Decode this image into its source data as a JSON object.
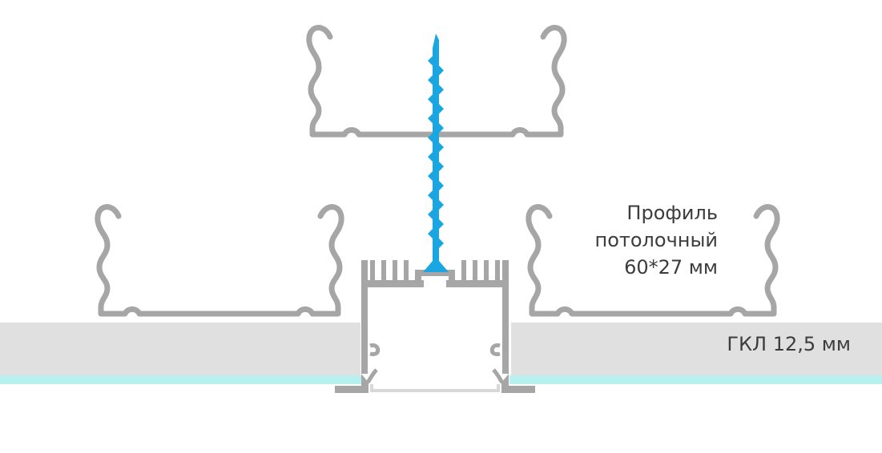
{
  "labels": {
    "profile_line1": "Профиль",
    "profile_line2": "потолочный",
    "profile_line3": "60*27 мм",
    "board": "ГКЛ 12,5 мм"
  },
  "colors": {
    "profile_gray": "#a6a6a6",
    "board_fill": "#e0e0e0",
    "board_edge": "#b8efef",
    "screw_blue": "#1aa6e0",
    "diffuser": "#d8d8d8",
    "text": "#3c3c3c"
  }
}
